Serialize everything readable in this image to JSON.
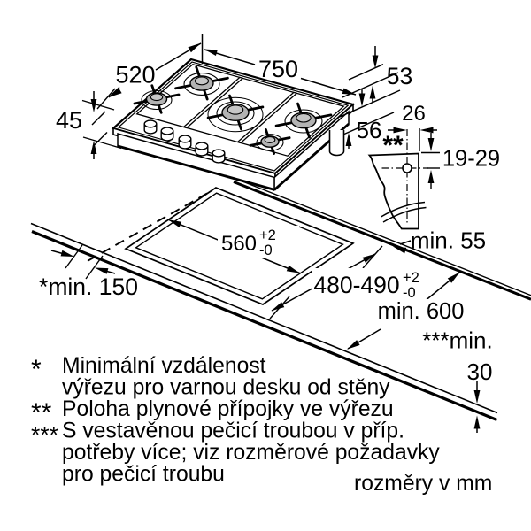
{
  "figure": {
    "type": "technical-installation-diagram",
    "subject": "gas hob built-in dimensions"
  },
  "colors": {
    "ink": "#000000",
    "background": "#ffffff",
    "burner_cap": "#b3b3b3"
  },
  "dim": {
    "hob_width": "750",
    "hob_depth": "520",
    "hob_height": "45",
    "rim_height": "53",
    "body_depth": "56",
    "gas_offset": "26",
    "gas_marker": "**",
    "gas_depth": "19-29",
    "gas_wall": "min. 55",
    "cutout_width": "560",
    "cutout_depth": "480-490",
    "tol_plus": "+2",
    "tol_minus": "-0",
    "worktop_depth": "min. 600",
    "wall_clearance": "*min. 150",
    "oven_label": "***min.",
    "oven_value": "30"
  },
  "legend": {
    "items": [
      {
        "marker": "*",
        "lines": [
          "Minimální vzdálenost",
          "výřezu pro varnou desku od stěny"
        ]
      },
      {
        "marker": "**",
        "lines": [
          "Poloha plynové přípojky ve výřezu"
        ]
      },
      {
        "marker": "***",
        "lines": [
          "S vestavěnou pečicí troubou v příp.",
          "potřeby více; viz rozměrové požadavky",
          "pro pečicí troubu"
        ]
      }
    ],
    "units_note": "rozměry v mm"
  }
}
